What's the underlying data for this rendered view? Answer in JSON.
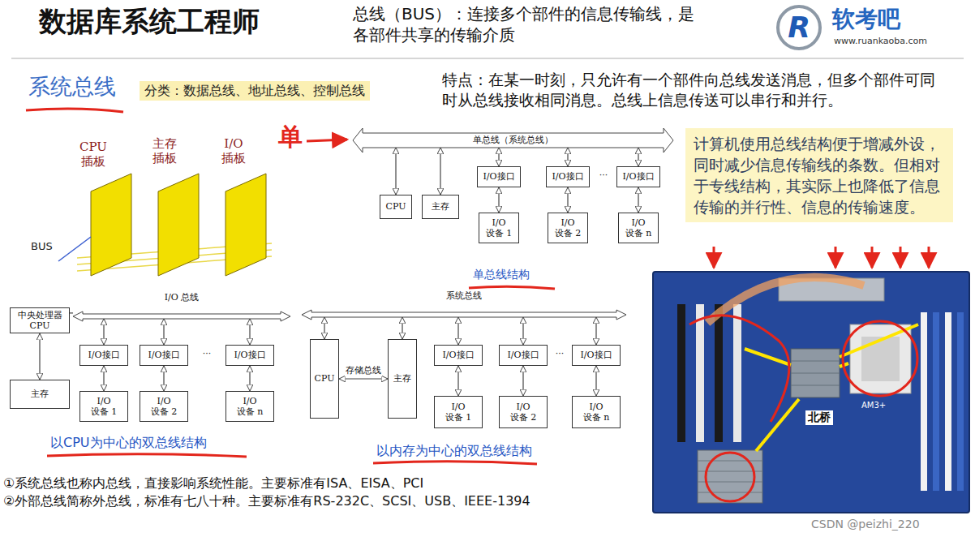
{
  "diagram": {
    "title": "数据库系统工程师",
    "nodes": [
      {
        "text": [
          "单总线（系统总线）"
        ]
      },
      {
        "text": [
          "CPU"
        ]
      },
      {
        "text": [
          "主存"
        ]
      },
      {
        "text": [
          "I/O接口"
        ]
      },
      {
        "text": [
          "I/O接口"
        ]
      },
      {
        "text": [
          "I/O接口"
        ]
      },
      {
        "text": [
          "I/O 设备 1"
        ]
      },
      {
        "text": [
          "I/O 设备 2"
        ]
      },
      {
        "text": [
          "I/O 设备 n"
        ]
      },
      {
        "text": [
          "中央处理器 CPU"
        ]
      },
      {
        "text": [
          "I/O 总线"
        ]
      },
      {
        "text": [
          "主存"
        ]
      },
      {
        "text": [
          "I/O接口"
        ]
      },
      {
        "text": [
          "I/O接口"
        ]
      },
      {
        "text": [
          "I/O接口"
        ]
      },
      {
        "text": [
          "I/O 设备 1"
        ]
      },
      {
        "text": [
          "I/O 设备 2"
        ]
      },
      {
        "text": [
          "I/O 设备 n"
        ]
      },
      {
        "text": [
          "系统总线"
        ]
      },
      {
        "text": [
          "CPU"
        ]
      },
      {
        "text": [
          "主存"
        ]
      },
      {
        "text": [
          "I/O接口"
        ]
      },
      {
        "text": [
          "I/O接口"
        ]
      },
      {
        "text": [
          "I/O接口"
        ]
      },
      {
        "text": [
          "I/O 设备 1"
        ]
      },
      {
        "text": [
          "I/O 设备 2"
        ]
      },
      {
        "text": [
          "I/O 设备 n"
        ]
      }
    ],
    "edges": [
      {
        "from": 0,
        "to": 1,
        "arrow": "both"
      },
      {
        "from": 0,
        "to": 2,
        "arrow": "both"
      },
      {
        "from": 0,
        "to": 3,
        "arrow": "both"
      },
      {
        "from": 0,
        "to": 4,
        "arrow": "both"
      },
      {
        "from": 0,
        "to": 5,
        "arrow": "both"
      },
      {
        "from": 3,
        "to": 6,
        "arrow": "both"
      },
      {
        "from": 4,
        "to": 7,
        "arrow": "both"
      },
      {
        "from": 5,
        "to": 8,
        "arrow": "both"
      },
      {
        "from": 9,
        "to": 10,
        "arrow": "none"
      },
      {
        "from": 9,
        "to": 11,
        "arrow": "both"
      },
      {
        "from": 10,
        "to": 12,
        "arrow": "both"
      },
      {
        "from": 10,
        "to": 13,
        "arrow": "both"
      },
      {
        "from": 10,
        "to": 14,
        "arrow": "both"
      },
      {
        "from": 12,
        "to": 15,
        "arrow": "both"
      },
      {
        "from": 13,
        "to": 16,
        "arrow": "both"
      },
      {
        "from": 14,
        "to": 17,
        "arrow": "both"
      },
      {
        "from": 18,
        "to": 19,
        "arrow": "both"
      },
      {
        "from": 18,
        "to": 20,
        "arrow": "both"
      },
      {
        "from": 19,
        "to": 20,
        "label": "存储总线",
        "arrow": "both"
      },
      {
        "from": 18,
        "to": 21,
        "arrow": "both"
      },
      {
        "from": 18,
        "to": 22,
        "arrow": "both"
      },
      {
        "from": 18,
        "to": 23,
        "arrow": "both"
      },
      {
        "from": 21,
        "to": 24,
        "arrow": "both"
      },
      {
        "from": 22,
        "to": 25,
        "arrow": "both"
      },
      {
        "from": 23,
        "to": 26,
        "arrow": "both"
      }
    ],
    "labels": [
      "总线（BUS）：连接多个部件的信息传输线，是各部件共享的传输介质",
      "R",
      "软考吧",
      "www.ruankaoba.com",
      "系统总线",
      "分类：数据总线、地址总线、控制总线",
      "特点：在某一时刻，只允许有一个部件向总线发送消息，但多个部件可同时从总线接收相同消息。总线上信息传送可以串行和并行。",
      "计算机使用总线结构便于增减外设，同时减少信息传输线的条数。但相对于专线结构，其实际上也降低了信息传输的并行性、信息的传输速度。",
      "CPU 插板",
      "主存 插板",
      "I/O 插板",
      "BUS",
      "单",
      "···",
      "单总线结构",
      "···",
      "以CPU为中心的双总线结构",
      "···",
      "以内存为中心的双总线结构",
      "北桥",
      "AM3+",
      "①系统总线也称内总线，直接影响系统性能。主要标准有ISA、EISA、PCI",
      "②外部总线简称外总线，标准有七八十种。主要标准有RS-232C、SCSI、USB、IEEE-1394",
      "CSDN @peizhi_220"
    ]
  }
}
